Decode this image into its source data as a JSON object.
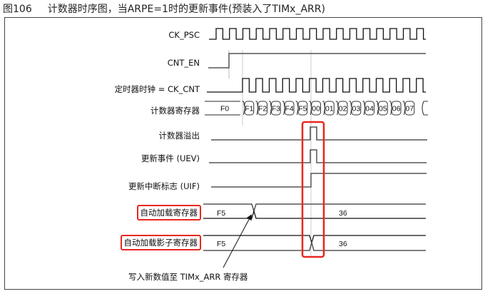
{
  "title": {
    "number": "图106",
    "text": "计数器时序图，当ARPE=1时的更新事件(预装入了TIMx_ARR)"
  },
  "signals": {
    "ck_psc": "CK_PSC",
    "cnt_en": "CNT_EN",
    "ck_cnt": "定时器时钟 = CK_CNT",
    "counter": "计数器寄存器",
    "overflow": "计数器溢出",
    "uev": "更新事件 (UEV)",
    "uif": "更新中断标志 (UIF)",
    "arr": "自动加载寄存器",
    "shadow": "自动加载影子寄存器"
  },
  "counter_values": [
    "F0",
    "F1",
    "F2",
    "F3",
    "F4",
    "F5",
    "00",
    "01",
    "02",
    "03",
    "04",
    "05",
    "06",
    "07"
  ],
  "arr_values": {
    "before": "F5",
    "after": "36"
  },
  "shadow_values": {
    "before": "F5",
    "after": "36"
  },
  "annotation": "写入新数值至 TIMx_ARR 寄存器",
  "colors": {
    "highlight": "#e8271f",
    "signal": "#555555"
  }
}
